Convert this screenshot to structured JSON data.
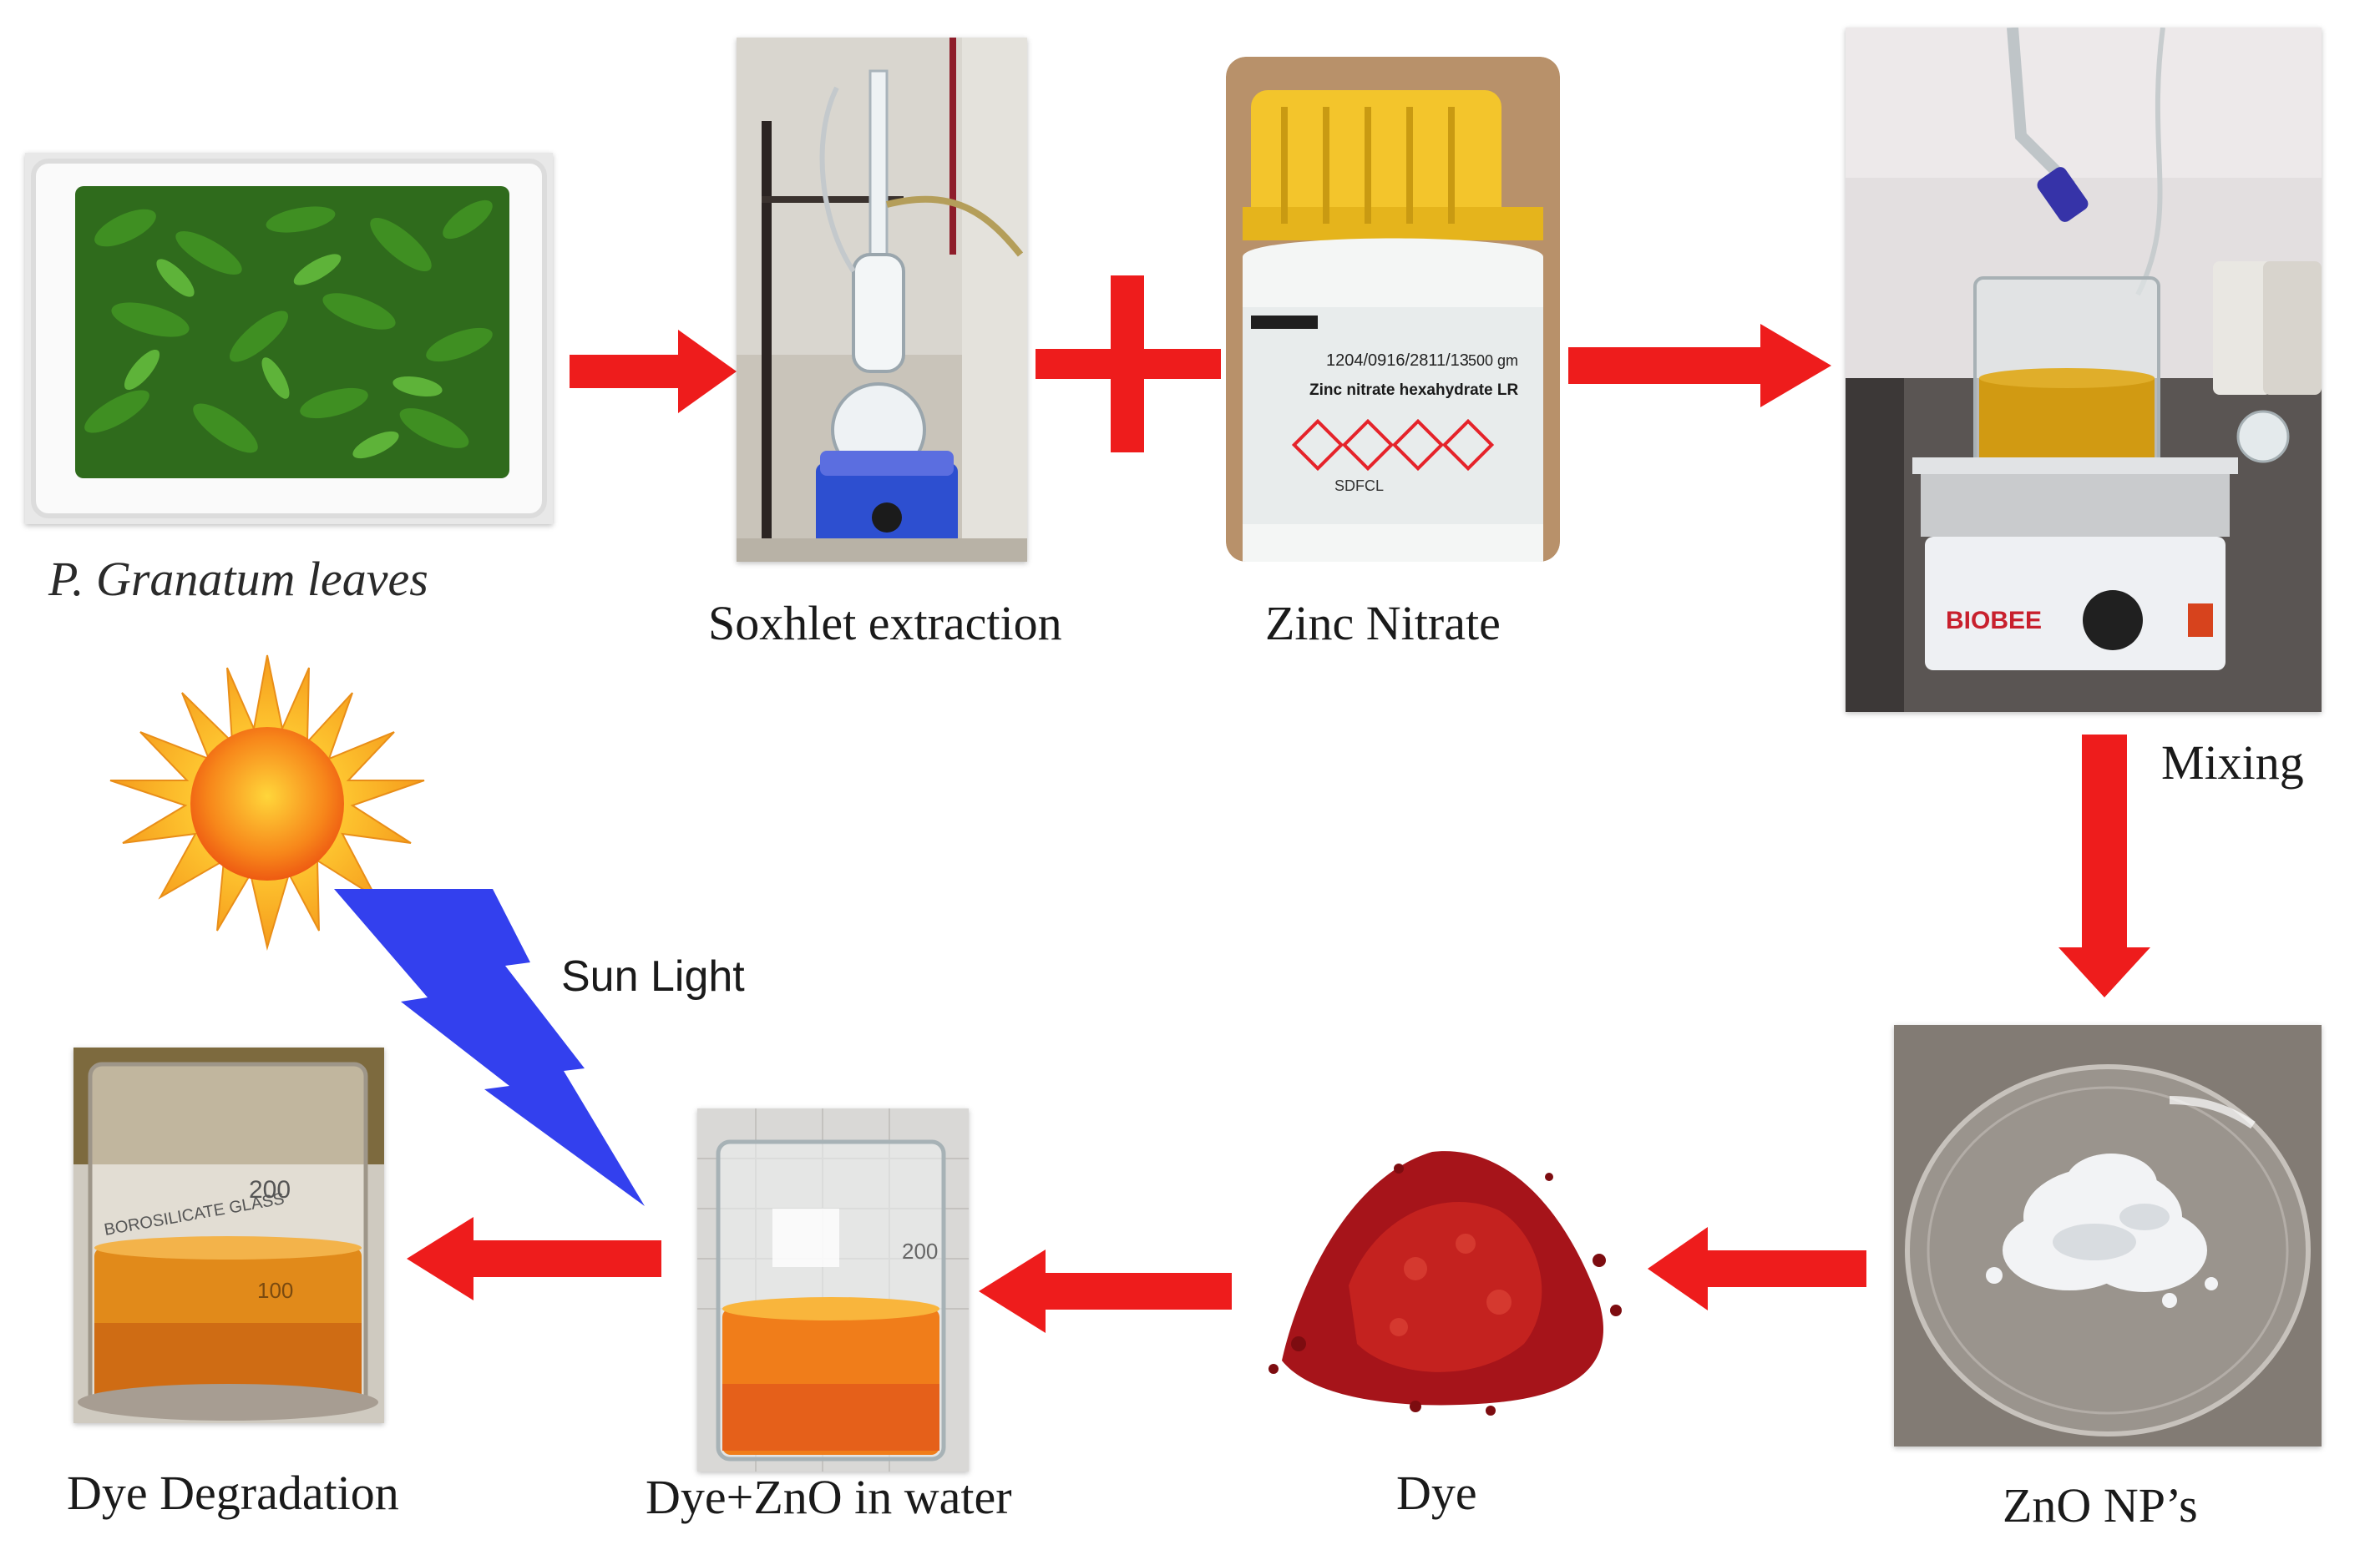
{
  "steps": {
    "leaves": "P. Granatum leaves",
    "soxhlet": "Soxhlet extraction",
    "zinc_nitrate": "Zinc Nitrate",
    "mixing": "Mixing",
    "zno": "ZnO NP’s",
    "dye": "Dye",
    "dye_zno": "Dye+ZnO in water",
    "degradation": "Dye Degradation"
  },
  "sun_light": "Sun Light",
  "bottle_label": {
    "line1": "1204/0916/2811/13",
    "line2": "Zinc nitrate hexahydrate LR",
    "weight": "500 gm",
    "brand": "SDFCL"
  },
  "stirrer_brand": "BIOBEE",
  "beaker_marks": {
    "glass": "BOROSILICATE GLASS",
    "m200": "200",
    "m100": "100"
  },
  "colors": {
    "arrow": "#ee1c1c",
    "lightning": "#3340ee",
    "sun_outer": "#f7a020",
    "sun_inner": "#f46a10"
  },
  "icons": [
    "sun-icon",
    "lightning-bolt-icon",
    "arrow-right-icon",
    "plus-icon",
    "arrow-down-icon",
    "arrow-left-icon"
  ]
}
